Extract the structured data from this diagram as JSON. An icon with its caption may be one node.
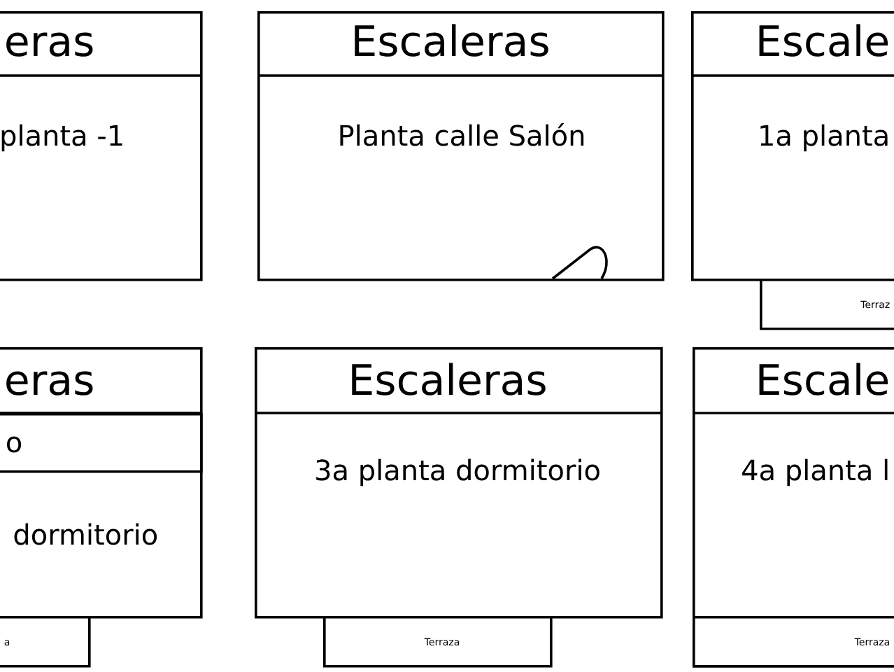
{
  "diagram": {
    "nodes": [
      {
        "text": [
          "eras",
          "planta -1"
        ]
      },
      {
        "text": [
          "Escaleras",
          "Planta calle Salón"
        ]
      },
      {
        "text": [
          "Escale",
          "1a planta"
        ]
      },
      {
        "text": [
          "Terraz"
        ]
      },
      {
        "text": [
          "eras",
          "dormitorio"
        ]
      },
      {
        "text": [
          "o"
        ],
        "in": 4
      },
      {
        "text": [
          "a"
        ]
      },
      {
        "text": [
          "Escaleras",
          "3a planta dormitorio"
        ]
      },
      {
        "text": [
          "Terraza"
        ]
      },
      {
        "text": [
          "Escale",
          "4a planta l"
        ]
      },
      {
        "text": [
          "Terraza"
        ],
        "in": 9
      }
    ]
  }
}
